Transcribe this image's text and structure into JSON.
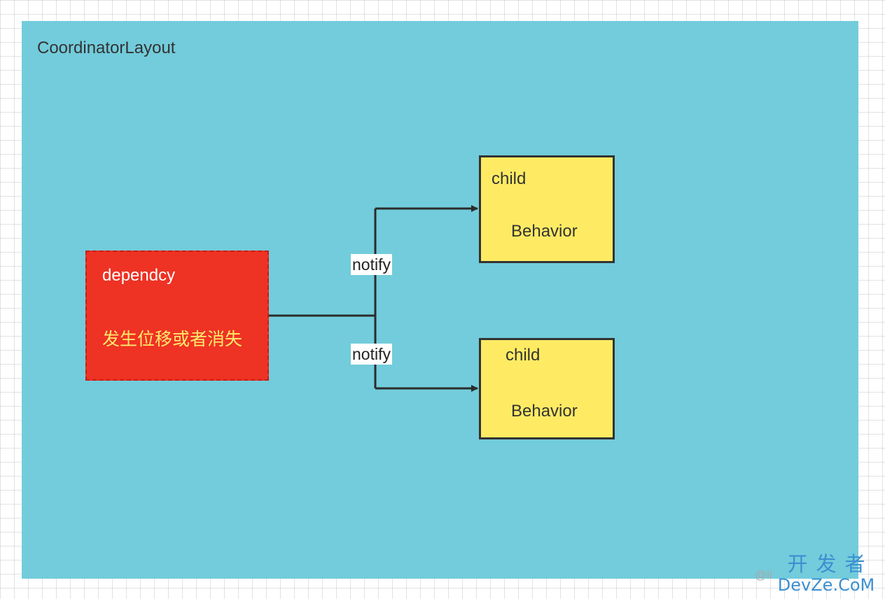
{
  "container": {
    "title": "CoordinatorLayout",
    "background_color": "#72ccdb"
  },
  "dependency": {
    "title": "dependcy",
    "description": "发生位移或者消失",
    "background_color": "#ee3224"
  },
  "children": [
    {
      "child_label": "child",
      "behavior_label": "Behavior"
    },
    {
      "child_label": "child",
      "behavior_label": "Behavior"
    }
  ],
  "child_color": "#ffeb63",
  "connectors": {
    "top_label": "notify",
    "bottom_label": "notify"
  },
  "watermark": {
    "handle": "@li",
    "line1": "开发者",
    "line2": "DevZe.CoM"
  }
}
